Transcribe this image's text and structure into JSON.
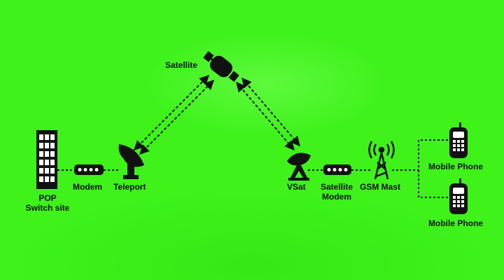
{
  "labels": {
    "satellite": "Satellite",
    "pop_line1": "POP",
    "pop_line2": "Switch site",
    "modem": "Modem",
    "teleport": "Teleport",
    "vsat": "VSat",
    "sat_modem_line1": "Satellite",
    "sat_modem_line2": "Modem",
    "gsm_mast": "GSM Mast",
    "mobile_phone_1": "Mobile Phone",
    "mobile_phone_2": "Mobile Phone"
  },
  "colors": {
    "background": "#3ef21a",
    "ink": "#111111",
    "device_light": "#ffffff"
  }
}
